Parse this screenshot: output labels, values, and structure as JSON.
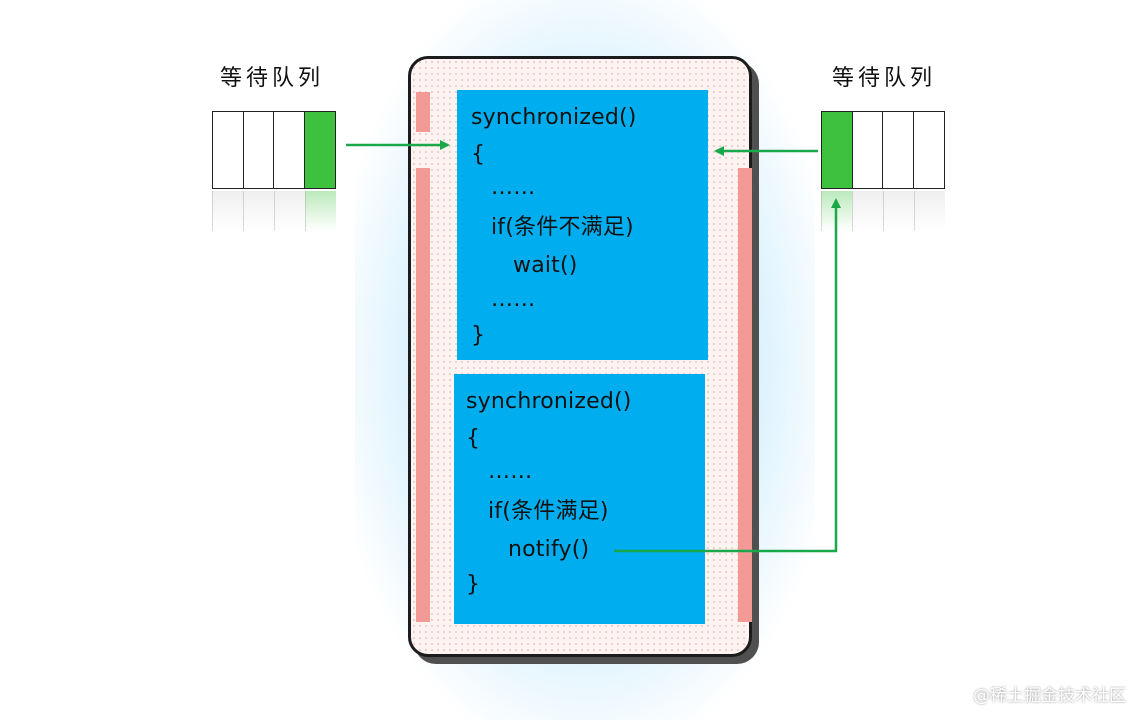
{
  "left_queue": {
    "title": "等待队列",
    "cells": 4,
    "active_index": 3
  },
  "right_queue": {
    "title": "等待队列",
    "cells": 4,
    "active_index": 0
  },
  "wait_block": {
    "line1": "synchronized()",
    "line2": "{",
    "line3": "……",
    "line4": "if(条件不满足)",
    "line5": "wait()",
    "line6": "……",
    "line7": "}"
  },
  "notify_block": {
    "line1": "synchronized()",
    "line2": "{",
    "line3": "……",
    "line4": "if(条件满足)",
    "line5": "notify()",
    "line6": "}"
  },
  "colors": {
    "code_bg": "#00aeef",
    "wait_bar": "#f39a96",
    "arrow": "#1aa84a",
    "queue_active": "#3ec13e"
  },
  "watermark": "@稀土掘金技术社区"
}
